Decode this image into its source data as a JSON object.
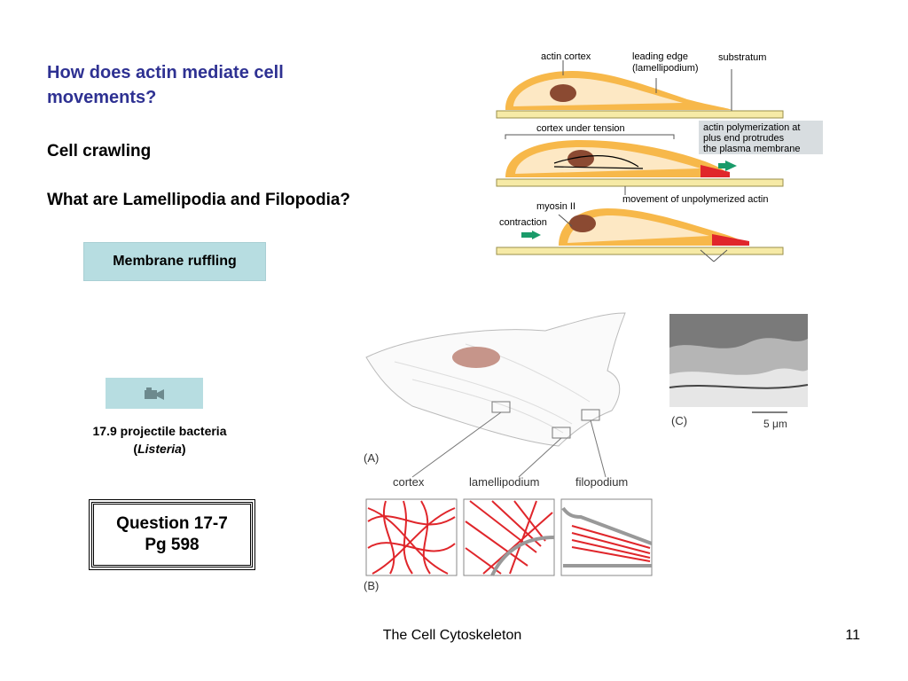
{
  "slide": {
    "title": "How does actin mediate cell movements?",
    "subtitle_1": "Cell crawling",
    "subtitle_2": "What are Lamellipodia and Filopodia?",
    "ruffling_button": "Membrane ruffling",
    "video_icon": "video-camera-icon",
    "video_caption_line1": "17.9  projectile bacteria",
    "video_caption_paren_open": "(",
    "video_caption_species": "Listeria",
    "video_caption_paren_close": ")",
    "question_line1": "Question 17-7",
    "question_line2": "Pg 598",
    "footer_title": "The Cell Cytoskeleton",
    "page_number": "11"
  },
  "crawl_figure": {
    "label_actin_cortex": "actin cortex",
    "label_leading_edge": "leading edge",
    "label_lamellipodium": "(lamellipodium)",
    "label_substratum": "substratum",
    "label_cortex_tension": "cortex under tension",
    "label_polymerization_1": "actin polymerization at",
    "label_polymerization_2": "plus end protrudes",
    "label_polymerization_3": "the plasma membrane",
    "label_unpolymerized": "movement of unpolymerized actin",
    "label_myosin": "myosin II",
    "label_contraction": "contraction"
  },
  "cell_figure": {
    "label_A": "(A)",
    "label_B": "(B)",
    "label_C": "(C)",
    "label_cortex": "cortex",
    "label_lamellipodium": "lamellipodium",
    "label_filopodium": "filopodium",
    "scale_bar": "5 μm"
  },
  "colors": {
    "title": "#2e3192",
    "button_bg": "#b7dde1",
    "cell_fill": "#fde8c4",
    "cell_border": "#f5a623",
    "nucleus": "#8b4a32",
    "actin_red": "#e0262b",
    "substratum": "#f6eaa6",
    "arrow_green": "#1a9b6a"
  }
}
